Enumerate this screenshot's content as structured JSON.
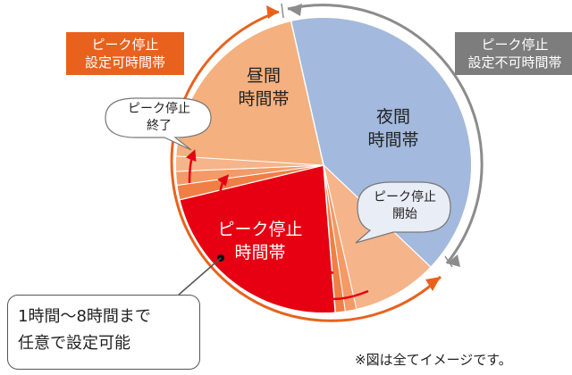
{
  "tags": {
    "peak_stop_settable": [
      "ピーク停止",
      "設定可時間帯"
    ],
    "peak_stop_not_settable": [
      "ピーク停止",
      "設定不可時間帯"
    ]
  },
  "zones": {
    "daytime": [
      "昼間",
      "時間帯"
    ],
    "night": [
      "夜間",
      "時間帯"
    ],
    "peak_stop": [
      "ピーク停止",
      "時間帯"
    ]
  },
  "bubbles": {
    "peak_stop_end": [
      "ピーク停止",
      "終了"
    ],
    "peak_stop_start": [
      "ピーク停止",
      "開始"
    ]
  },
  "callout": [
    "1時間〜8時間まで",
    "任意で設定可能"
  ],
  "footnote": "※図は全てイメージです。",
  "colors": {
    "orange_accent": "#e8621e",
    "grey_accent": "#8c8c8c",
    "night_blue": "#a3b9de",
    "daytime_peach": "#f4b07e",
    "peak_red": "#e60012",
    "gradient_orange": "#f08a4f"
  },
  "icons": {
    "red_arrows": "curved-arrow-icon",
    "cycle_arrows": "arrowhead-icon"
  }
}
